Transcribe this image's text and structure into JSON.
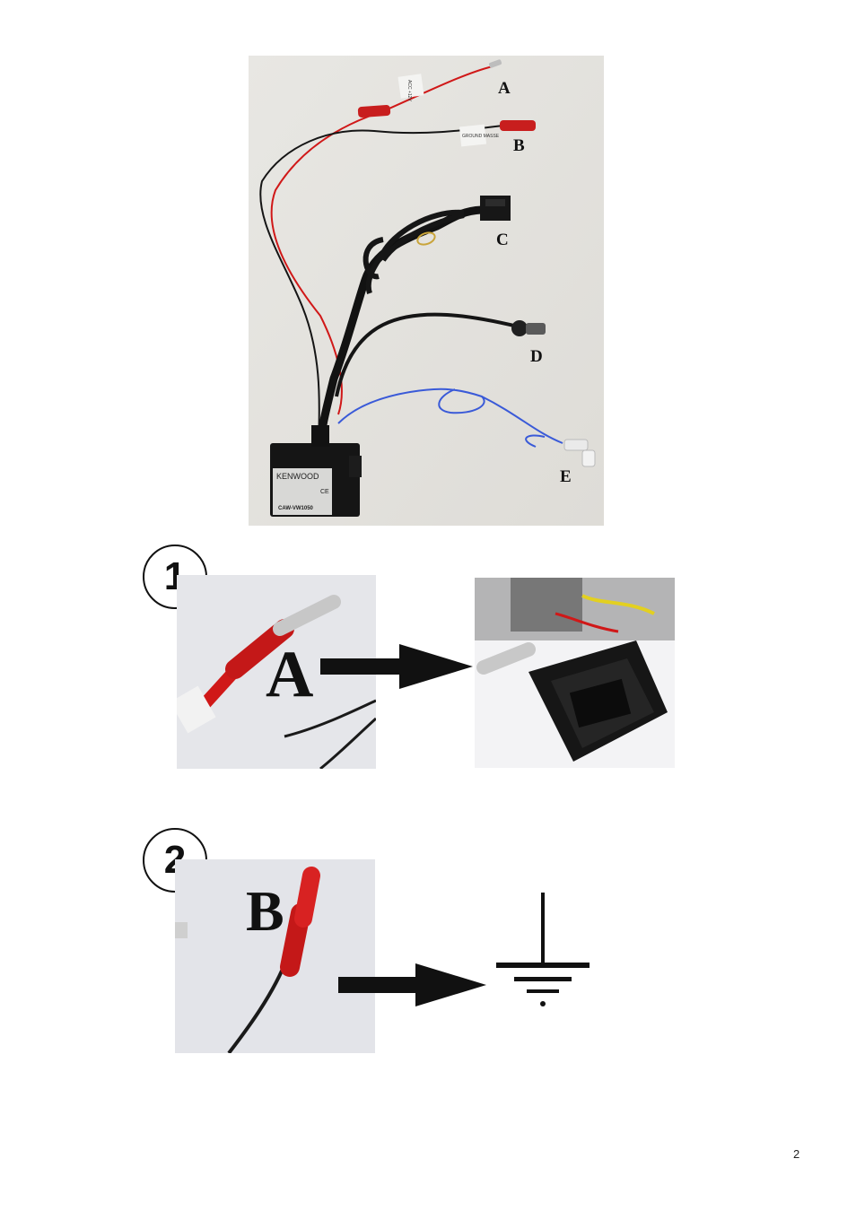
{
  "harness_photo": {
    "labels": [
      "A",
      "B",
      "C",
      "D",
      "E"
    ],
    "tag_a": "ACC +12V",
    "tag_b": "GROUND MASSE",
    "module_brand": "KENWOOD",
    "module_ce": "CE",
    "module_model": "CAW-VW1050"
  },
  "steps": [
    {
      "number": "1",
      "wire_label": "A",
      "target": "connector-photo"
    },
    {
      "number": "2",
      "wire_label": "B",
      "target": "ground-symbol"
    }
  ],
  "page_number": "2",
  "colors": {
    "red_wire": "#d01818",
    "black_wire": "#111111",
    "blue_wire": "#3a5ad8",
    "background_photo": "#e6e4e0"
  }
}
